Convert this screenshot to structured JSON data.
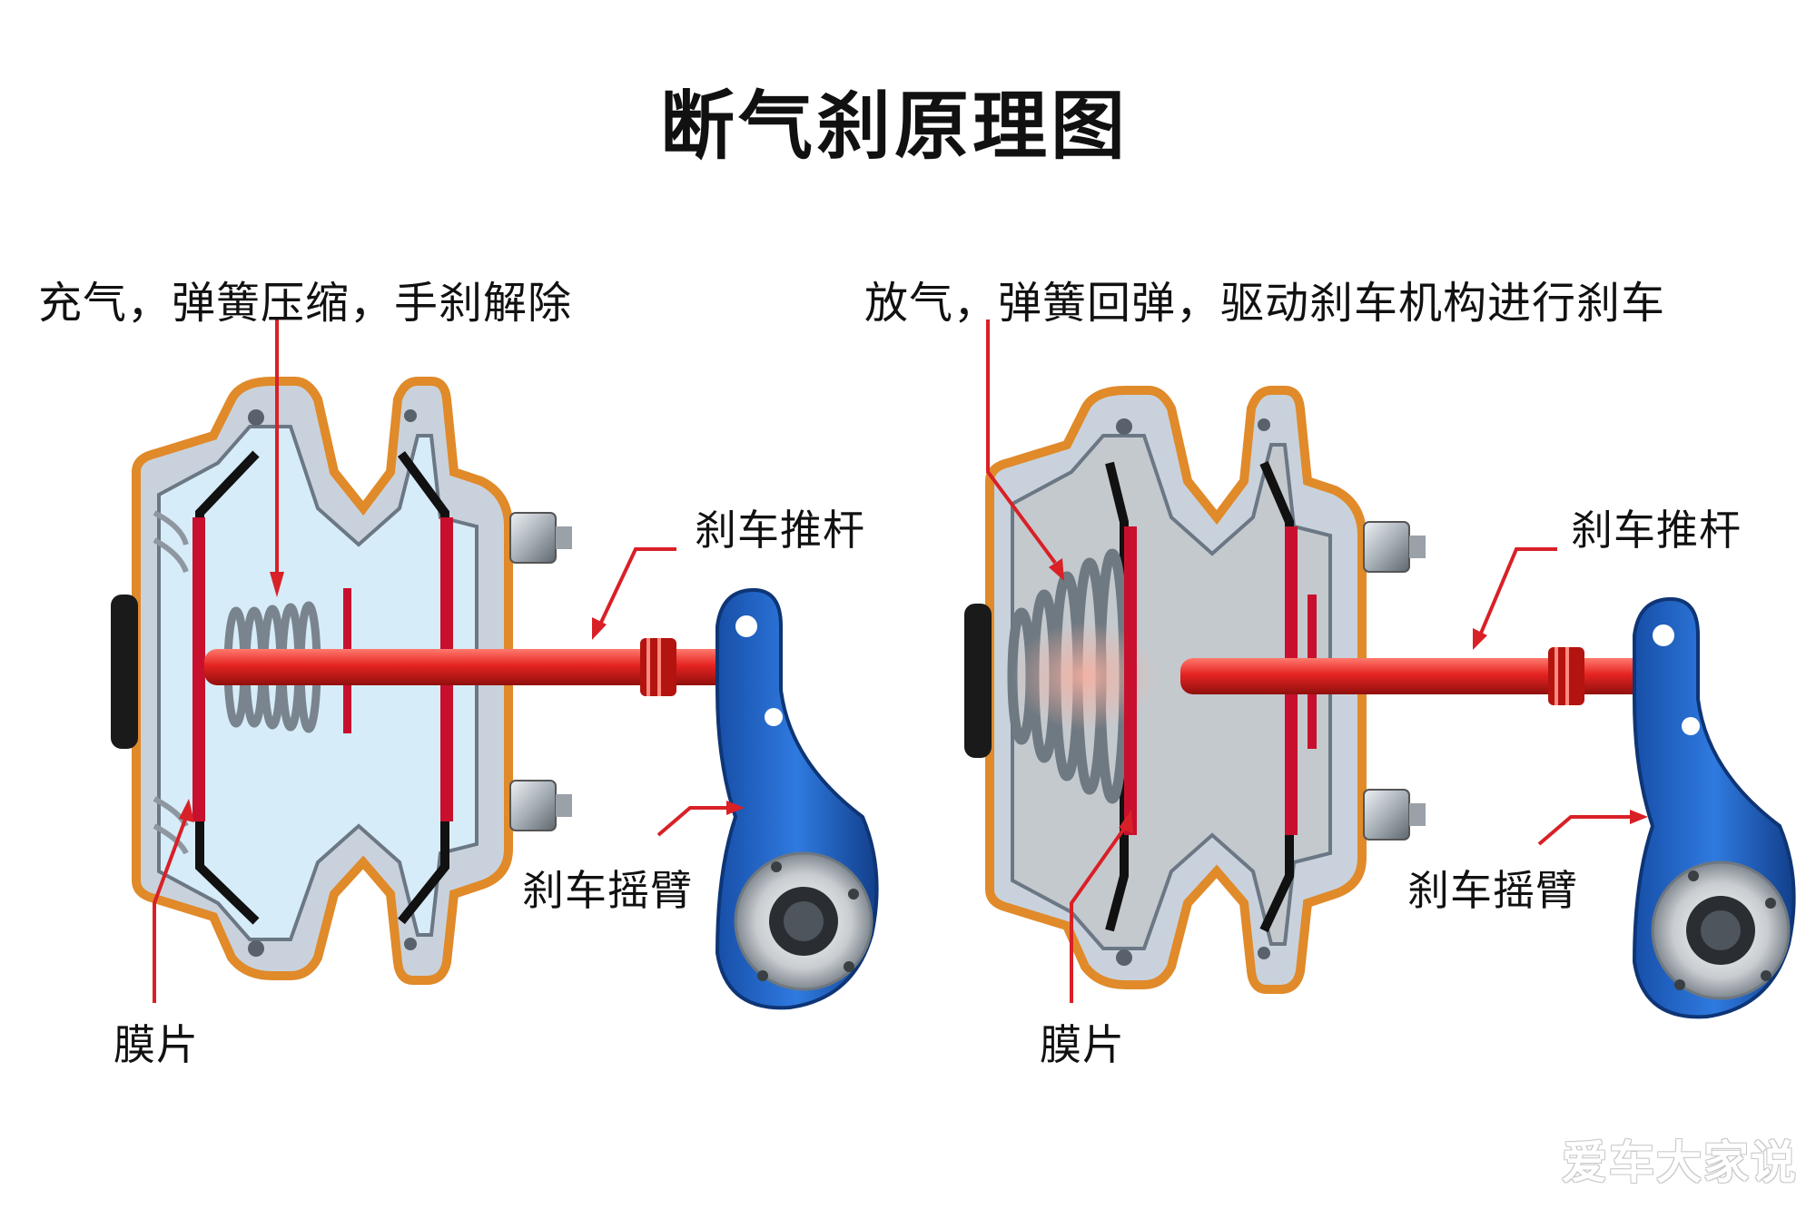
{
  "title": "断气刹原理图",
  "left_panel": {
    "caption": "充气，弹簧压缩，手刹解除",
    "pushrod_label": "刹车推杆",
    "arm_label": "刹车摇臂",
    "diaphragm_label": "膜片"
  },
  "right_panel": {
    "caption": "放气，弹簧回弹，驱动刹车机构进行刹车",
    "pushrod_label": "刹车推杆",
    "arm_label": "刹车摇臂",
    "diaphragm_label": "膜片"
  },
  "watermark": "爱车大家说",
  "colors": {
    "housing_outline": "#e08a2a",
    "housing_metal": "#c9d2dc",
    "chamber_fill_charged": "#d6ecf8",
    "chamber_fill_released": "#c4c9ce",
    "pushrod": "#e52421",
    "diaphragm": "#c8102e",
    "slack_adjuster": "#1f62c8",
    "leader_arrow": "#d92027"
  }
}
